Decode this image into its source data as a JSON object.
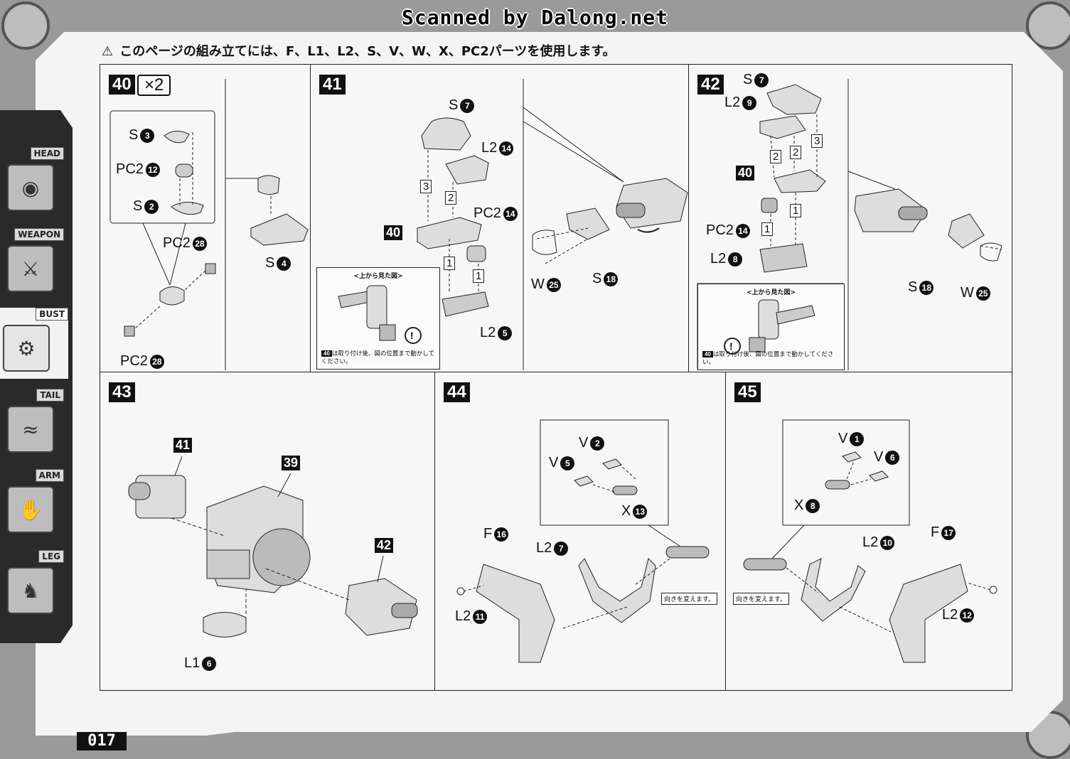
{
  "watermark": "Scanned by Dalong.net",
  "notice": "このページの組み立てには、F、L1、L2、S、V、W、X、PC2パーツを使用します。",
  "page_number": "017",
  "sidebar": {
    "tabs": [
      {
        "label": "HEAD",
        "icon": "head-icon"
      },
      {
        "label": "WEAPON",
        "icon": "weapon-icon"
      },
      {
        "label": "BUST",
        "icon": "bust-icon",
        "active": true
      },
      {
        "label": "TAIL",
        "icon": "tail-icon"
      },
      {
        "label": "ARM",
        "icon": "arm-icon"
      },
      {
        "label": "LEG",
        "icon": "leg-icon"
      }
    ]
  },
  "steps": {
    "s40": {
      "number": "40",
      "times": "×2",
      "parts": [
        {
          "letter": "S",
          "n": "3"
        },
        {
          "letter": "PC2",
          "n": "12"
        },
        {
          "letter": "S",
          "n": "2"
        },
        {
          "letter": "PC2",
          "n": "28"
        },
        {
          "letter": "PC2",
          "n": "28"
        },
        {
          "letter": "S",
          "n": "4"
        }
      ]
    },
    "s41": {
      "number": "41",
      "parts": [
        {
          "letter": "S",
          "n": "7"
        },
        {
          "letter": "L2",
          "n": "14"
        },
        {
          "letter": "PC2",
          "n": "14"
        },
        {
          "letter": "L2",
          "n": "5"
        },
        {
          "letter": "W",
          "n": "25"
        },
        {
          "letter": "S",
          "n": "18"
        }
      ],
      "ref": "40",
      "orders": [
        "3",
        "2",
        "1",
        "1"
      ],
      "box_title": "<上から見た図>",
      "box_ref": "40",
      "box_note": "は取り付け後、図の位置まで動かしてください。"
    },
    "s42": {
      "number": "42",
      "parts": [
        {
          "letter": "S",
          "n": "7"
        },
        {
          "letter": "L2",
          "n": "9"
        },
        {
          "letter": "PC2",
          "n": "14"
        },
        {
          "letter": "L2",
          "n": "8"
        },
        {
          "letter": "S",
          "n": "18"
        },
        {
          "letter": "W",
          "n": "25"
        }
      ],
      "ref": "40",
      "orders": [
        "2",
        "2",
        "3",
        "1",
        "1"
      ],
      "box_title": "<上から見た図>",
      "box_ref": "40",
      "box_note": "は取り付け後、図の位置まで動かしてください。"
    },
    "s43": {
      "number": "43",
      "refs": [
        "41",
        "39",
        "42"
      ],
      "parts": [
        {
          "letter": "L1",
          "n": "6"
        }
      ]
    },
    "s44": {
      "number": "44",
      "parts": [
        {
          "letter": "V",
          "n": "2"
        },
        {
          "letter": "V",
          "n": "5"
        },
        {
          "letter": "X",
          "n": "13"
        },
        {
          "letter": "F",
          "n": "16"
        },
        {
          "letter": "L2",
          "n": "7"
        },
        {
          "letter": "L2",
          "n": "11"
        }
      ],
      "tag": "向きを変えます。"
    },
    "s45": {
      "number": "45",
      "parts": [
        {
          "letter": "V",
          "n": "1"
        },
        {
          "letter": "V",
          "n": "6"
        },
        {
          "letter": "X",
          "n": "8"
        },
        {
          "letter": "L2",
          "n": "10"
        },
        {
          "letter": "F",
          "n": "17"
        },
        {
          "letter": "L2",
          "n": "12"
        }
      ],
      "tag": "向きを変えます。"
    }
  }
}
